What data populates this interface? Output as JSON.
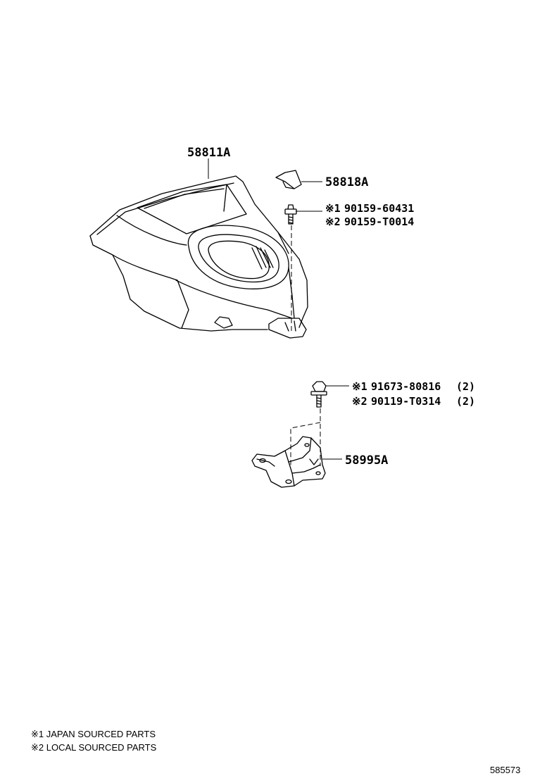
{
  "parts": {
    "console_panel": "58811A",
    "cover": "58818A",
    "bracket": "58995A"
  },
  "screw_upper": {
    "line1_mark": "※1",
    "line1_part": "90159-60431",
    "line2_mark": "※2",
    "line2_part": "90159-T0014"
  },
  "bolt_lower": {
    "line1_mark": "※1",
    "line1_part": "91673-80816",
    "line1_qty": "(2)",
    "line2_mark": "※2",
    "line2_part": "90119-T0314",
    "line2_qty": "(2)"
  },
  "footnotes": {
    "note1": "※1 JAPAN SOURCED PARTS",
    "note2": "※2 LOCAL SOURCED PARTS"
  },
  "diagram_id": "585573"
}
